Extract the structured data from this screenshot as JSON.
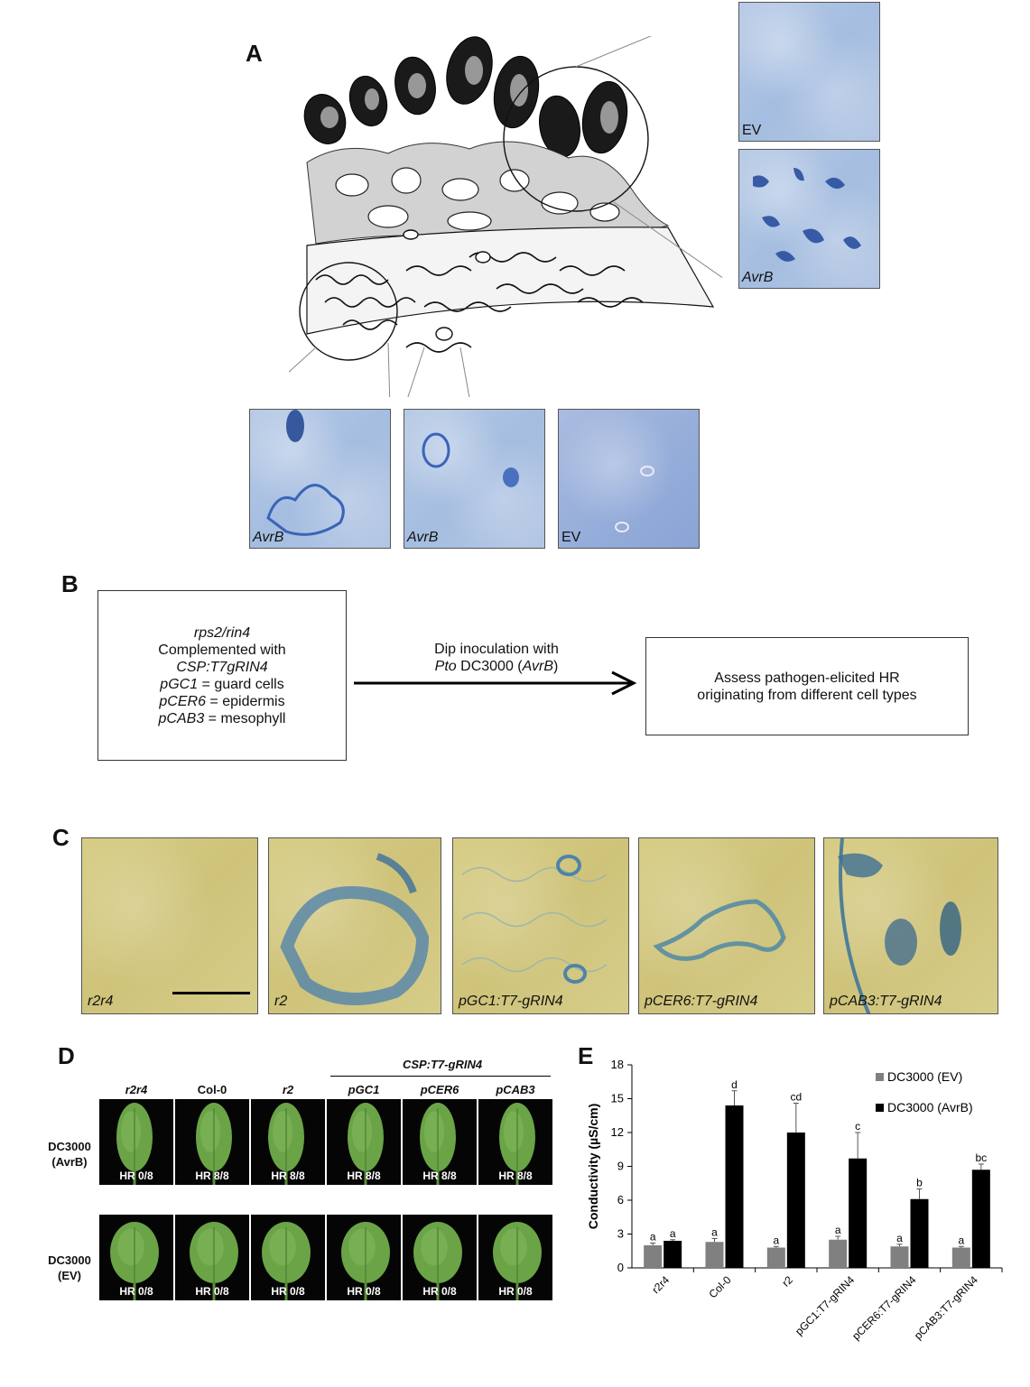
{
  "panels": {
    "a": "A",
    "b": "B",
    "c": "C",
    "d": "D",
    "e": "E"
  },
  "panelA": {
    "insets_right": [
      {
        "label": "EV",
        "italic": false
      },
      {
        "label": "AvrB",
        "italic": true
      }
    ],
    "insets_bottom": [
      {
        "label": "AvrB",
        "italic": true
      },
      {
        "label": "AvrB",
        "italic": true
      },
      {
        "label": "EV",
        "italic": false
      }
    ]
  },
  "panelB": {
    "left_lines": [
      {
        "text": "rps2/rin4",
        "italic": true
      },
      {
        "text": "Complemented with",
        "italic": false
      },
      {
        "text": "CSP:T7gRIN4",
        "italic": true
      },
      {
        "it": "pGC1",
        "rest": " = guard cells"
      },
      {
        "it": "pCER6",
        "rest": " = epidermis"
      },
      {
        "it": "pCAB3",
        "rest": " = mesophyll"
      }
    ],
    "arrow_line1": "Dip inoculation with",
    "arrow_line2_it": "Pto",
    "arrow_line2_mid": " DC3000 (",
    "arrow_line2_it2": "AvrB",
    "arrow_line2_end": ")",
    "right_line1": "Assess pathogen-elicited HR",
    "right_line2": "originating from different cell types"
  },
  "panelC": {
    "labels": [
      "r2r4",
      "r2",
      "pGC1:T7-gRIN4",
      "pCER6:T7-gRIN4",
      "pCAB3:T7-gRIN4"
    ]
  },
  "panelD": {
    "group_header": "CSP:T7-gRIN4",
    "columns": [
      "r2r4",
      "Col-0",
      "r2",
      "pGC1",
      "pCER6",
      "pCAB3"
    ],
    "rows": [
      {
        "label1": "DC3000",
        "label2": "(AvrB)",
        "hr": [
          "HR 0/8",
          "HR 8/8",
          "HR 8/8",
          "HR 8/8",
          "HR 8/8",
          "HR 8/8"
        ]
      },
      {
        "label1": "DC3000",
        "label2": "(EV)",
        "hr": [
          "HR 0/8",
          "HR 0/8",
          "HR 0/8",
          "HR 0/8",
          "HR 0/8",
          "HR 0/8"
        ]
      }
    ]
  },
  "chart_data": {
    "type": "bar",
    "ylabel": "Conductivity (µS/cm)",
    "ylim": [
      0,
      18
    ],
    "yticks": [
      0,
      3,
      6,
      9,
      12,
      15,
      18
    ],
    "categories": [
      "r2r4",
      "Col-0",
      "r2",
      "pGC1:T7-gRIN4",
      "pCER6:T7-gRIN4",
      "pCAB3:T7-gRIN4"
    ],
    "series": [
      {
        "name": "DC3000 (EV)",
        "color": "#808080",
        "values": [
          2.0,
          2.3,
          1.8,
          2.5,
          1.9,
          1.8
        ],
        "errors": [
          0.2,
          0.3,
          0.1,
          0.3,
          0.2,
          0.1
        ],
        "letters": [
          "a",
          "a",
          "a",
          "a",
          "a",
          "a"
        ]
      },
      {
        "name": "DC3000 (AvrB)",
        "color": "#000000",
        "values": [
          2.4,
          14.4,
          12.0,
          9.7,
          6.1,
          8.7
        ],
        "errors": [
          0.1,
          1.3,
          2.6,
          2.3,
          0.9,
          0.5
        ],
        "letters": [
          "a",
          "d",
          "cd",
          "c",
          "b",
          "bc"
        ]
      }
    ],
    "legend_position": "top-right"
  }
}
